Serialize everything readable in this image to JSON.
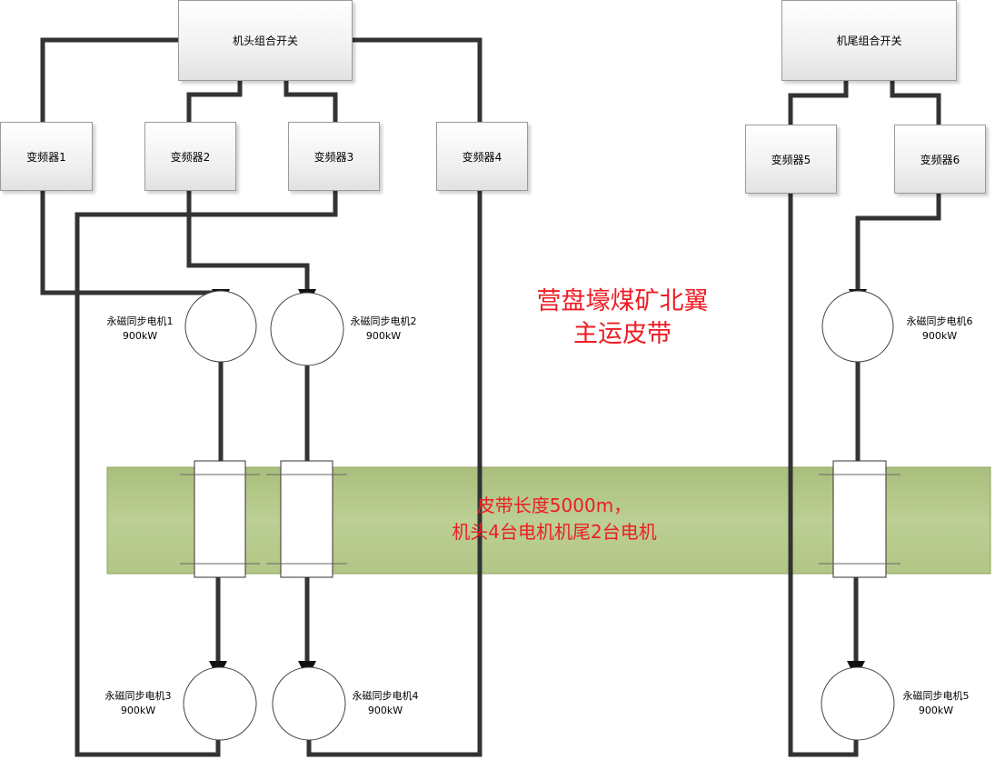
{
  "title": {
    "line1": "营盘壕煤矿北翼",
    "line2": "主运皮带"
  },
  "belt": {
    "line1": "皮带长度5000m，",
    "line2": "机头4台电机机尾2台电机"
  },
  "switches": {
    "head": "机头组合开关",
    "tail": "机尾组合开关"
  },
  "inverters": [
    "变频器1",
    "变频器2",
    "变频器3",
    "变频器4",
    "变频器5",
    "变频器6"
  ],
  "motors": [
    {
      "name": "永磁同步电机1",
      "power": "900kW"
    },
    {
      "name": "永磁同步电机2",
      "power": "900kW"
    },
    {
      "name": "永磁同步电机3",
      "power": "900kW"
    },
    {
      "name": "永磁同步电机4",
      "power": "900kW"
    },
    {
      "name": "永磁同步电机5",
      "power": "900kW"
    },
    {
      "name": "永磁同步电机6",
      "power": "900kW"
    }
  ],
  "colors": {
    "belt": "#b5c98a",
    "belt_border": "#8fa35f",
    "text_red": "#ee1c24",
    "wire": "#333333"
  }
}
